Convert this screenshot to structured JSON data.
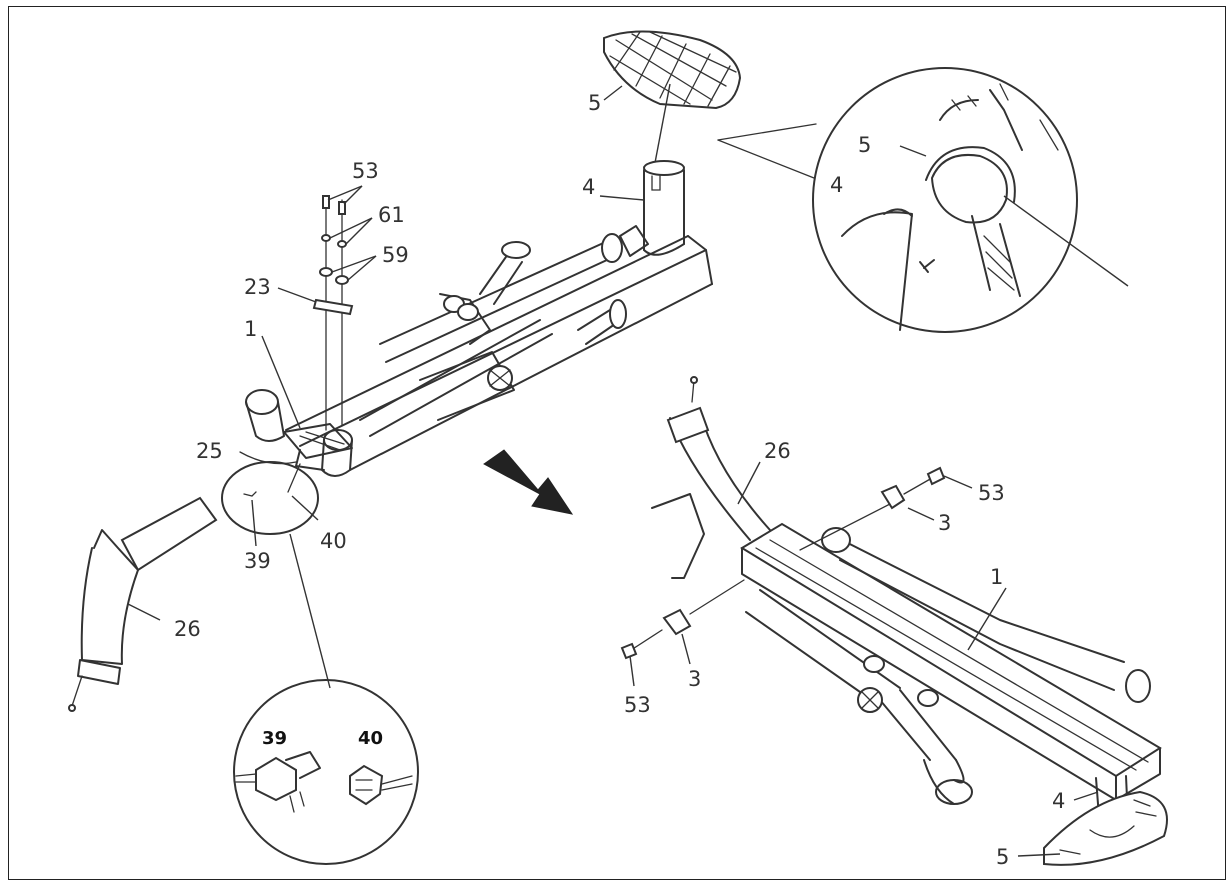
{
  "labels": {
    "upper_pedal": "5",
    "upper_tube": "4",
    "detail_pedal": "5",
    "detail_tube": "4",
    "bolts": "53",
    "washers_small": "61",
    "washers_large": "59",
    "plate": "23",
    "main_frame": "1",
    "cable_25": "25",
    "conn_39": "39",
    "conn_40": "40",
    "rear_stab_left": "26",
    "right_stab": "26",
    "right_bolt_upper": "53",
    "right_cap_upper": "3",
    "right_frame": "1",
    "right_cap_lower": "3",
    "right_bolt_lower": "53",
    "right_tube": "4",
    "right_pedal": "5",
    "bubble_39": "39",
    "bubble_40": "40"
  },
  "colors": {
    "line": "#333333",
    "background": "#ffffff"
  },
  "icons": {
    "direction": "arrow-right-down-icon"
  }
}
